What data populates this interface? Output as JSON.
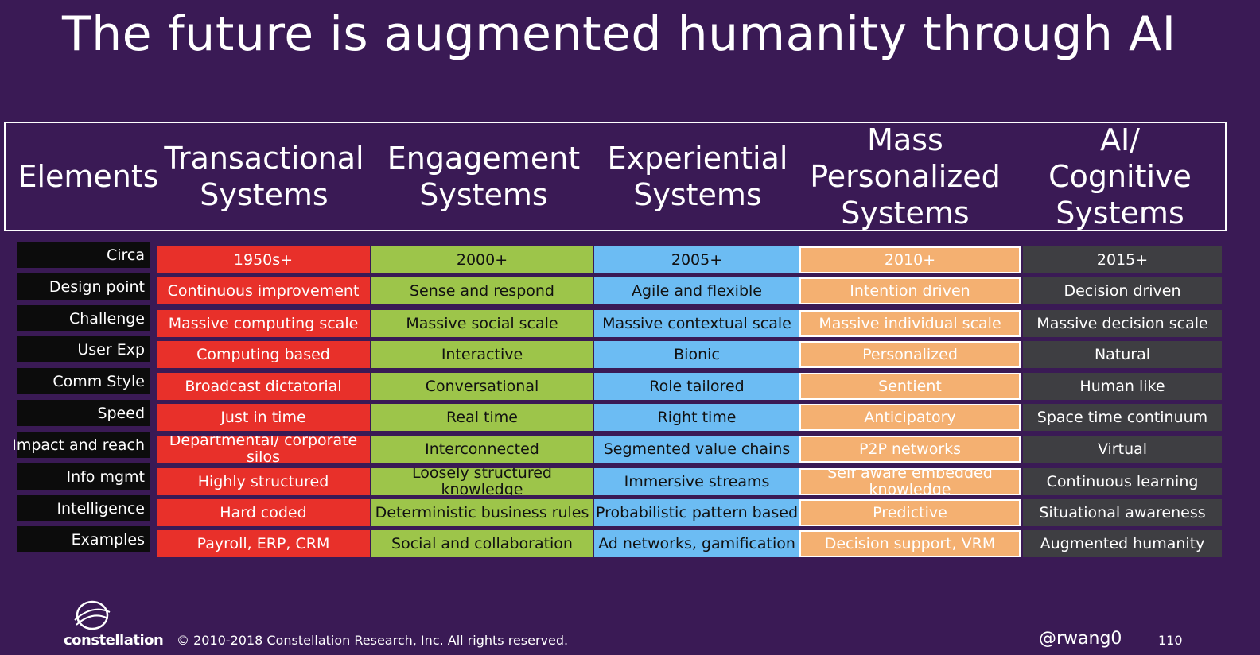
{
  "title": "The future is augmented humanity through AI",
  "columns": [
    {
      "title_lines": [
        "Elements"
      ]
    },
    {
      "title_lines": [
        "Transactional",
        "Systems"
      ]
    },
    {
      "title_lines": [
        "Engagement",
        "Systems"
      ]
    },
    {
      "title_lines": [
        "Experiential",
        "Systems"
      ]
    },
    {
      "title_lines": [
        "Mass",
        "Personalized",
        "Systems"
      ]
    },
    {
      "title_lines": [
        "AI/",
        "Cognitive",
        "Systems"
      ]
    }
  ],
  "row_labels": [
    "Circa",
    "Design point",
    "Challenge",
    "User Exp",
    "Comm Style",
    "Speed",
    "Impact and reach",
    "Info mgmt",
    "Intelligence",
    "Examples"
  ],
  "cells": {
    "transactional": [
      "1950s+",
      "Continuous improvement",
      "Massive computing scale",
      "Computing based",
      "Broadcast dictatorial",
      "Just in time",
      "Departmental/ corporate silos",
      "Highly structured",
      "Hard coded",
      "Payroll, ERP, CRM"
    ],
    "engagement": [
      "2000+",
      "Sense and respond",
      "Massive social scale",
      "Interactive",
      "Conversational",
      "Real time",
      "Interconnected",
      "Loosely structured knowledge",
      "Deterministic business rules",
      "Social and collaboration"
    ],
    "experiential": [
      "2005+",
      "Agile and flexible",
      "Massive contextual scale",
      "Bionic",
      "Role tailored",
      "Right time",
      "Segmented value chains",
      "Immersive streams",
      "Probabilistic pattern based",
      "Ad networks, gamification"
    ],
    "mass_personalized": [
      "2010+",
      "Intention driven",
      "Massive individual scale",
      "Personalized",
      "Sentient",
      "Anticipatory",
      "P2P networks",
      "Self aware embedded knowledge",
      "Predictive",
      "Decision support, VRM"
    ],
    "ai_cognitive": [
      "2015+",
      "Decision driven",
      "Massive decision scale",
      "Natural",
      "Human like",
      "Space time continuum",
      "Virtual",
      "Continuous learning",
      "Situational awareness",
      "Augmented humanity"
    ]
  },
  "colors": {
    "background": "#3a1a55",
    "transactional": "#e8302a",
    "engagement": "#9dc54a",
    "experiential": "#6cbcf3",
    "mass_personalized": "#f4b071",
    "ai_cognitive": "#3e3e42",
    "row_label": "#0c0c0c"
  },
  "footer": {
    "logo_text": "constellation",
    "copyright": "© 2010-2018 Constellation Research, Inc. All rights reserved.",
    "handle": "@rwang0",
    "page_number": "110"
  }
}
